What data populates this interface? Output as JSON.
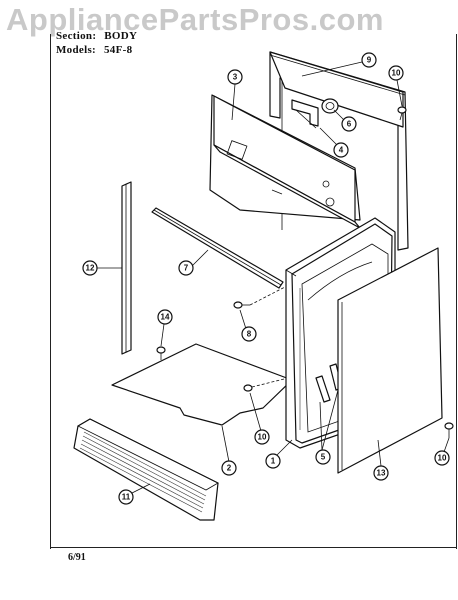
{
  "watermark": "AppliancePartsPros.com",
  "header": {
    "section_label": "Section:",
    "section_value": "BODY",
    "models_label": "Models:",
    "models_value": "54F-8"
  },
  "footer": {
    "date": "6/91"
  },
  "callouts": [
    {
      "id": "p9",
      "number": "9"
    },
    {
      "id": "p3",
      "number": "3"
    },
    {
      "id": "p10a",
      "number": "10"
    },
    {
      "id": "p6",
      "number": "6"
    },
    {
      "id": "p4",
      "number": "4"
    },
    {
      "id": "p12",
      "number": "12"
    },
    {
      "id": "p7",
      "number": "7"
    },
    {
      "id": "p8",
      "number": "8"
    },
    {
      "id": "p14",
      "number": "14"
    },
    {
      "id": "p10b",
      "number": "10"
    },
    {
      "id": "p2",
      "number": "2"
    },
    {
      "id": "p1",
      "number": "1"
    },
    {
      "id": "p5",
      "number": "5"
    },
    {
      "id": "p13",
      "number": "13"
    },
    {
      "id": "p10c",
      "number": "10"
    },
    {
      "id": "p11",
      "number": "11"
    }
  ]
}
